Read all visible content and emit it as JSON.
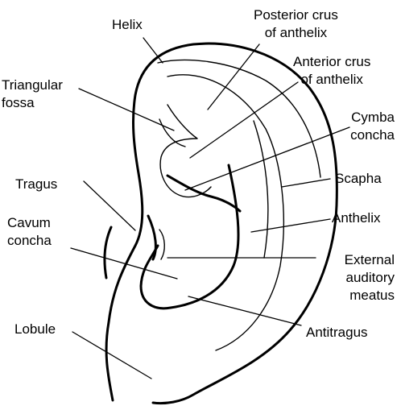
{
  "labels": {
    "helix": "Helix",
    "posterior_crus": [
      "Posterior crus",
      "of anthelix"
    ],
    "anterior_crus": [
      "Anterior crus",
      "of anthelix"
    ],
    "triangular_fossa": [
      "Triangular",
      "fossa"
    ],
    "cymba_concha": [
      "Cymba",
      "concha"
    ],
    "tragus": "Tragus",
    "scapha": "Scapha",
    "cavum_concha": [
      "Cavum",
      "concha"
    ],
    "anthelix": "Anthelix",
    "external_auditory_meatus": [
      "External",
      "auditory",
      "meatus"
    ],
    "antitragus": "Antitragus",
    "lobule": "Lobule"
  },
  "colors": {
    "line": "#000000",
    "background": "#ffffff"
  }
}
